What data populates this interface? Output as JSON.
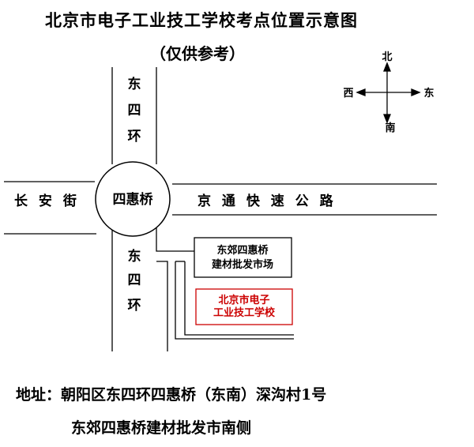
{
  "map": {
    "title": "北京市电子工业技工学校考点位置示意图",
    "subtitle": "（仅供参考）",
    "roads": {
      "east_fourth_ring_north": [
        "东",
        "四",
        "环"
      ],
      "east_fourth_ring_south": [
        "东",
        "四",
        "环"
      ],
      "changan_street": "长 安 街",
      "jingtong_expressway": "京 通 快 速 公 路"
    },
    "roundabout_label": "四惠桥",
    "buildings": {
      "market": [
        "东郊四惠桥",
        "建材批发市场"
      ],
      "school": [
        "北京市电子",
        "工业技工学校"
      ]
    },
    "compass": {
      "north": "北",
      "south": "南",
      "east": "东",
      "west": "西"
    },
    "address": {
      "line1": "地址：朝阳区东四环四惠桥（东南）深沟村1号",
      "line2": "东郊四惠桥建材批发市南侧"
    },
    "colors": {
      "line": "#000000",
      "school_border": "#cc0000",
      "school_text": "#cc0000"
    }
  }
}
